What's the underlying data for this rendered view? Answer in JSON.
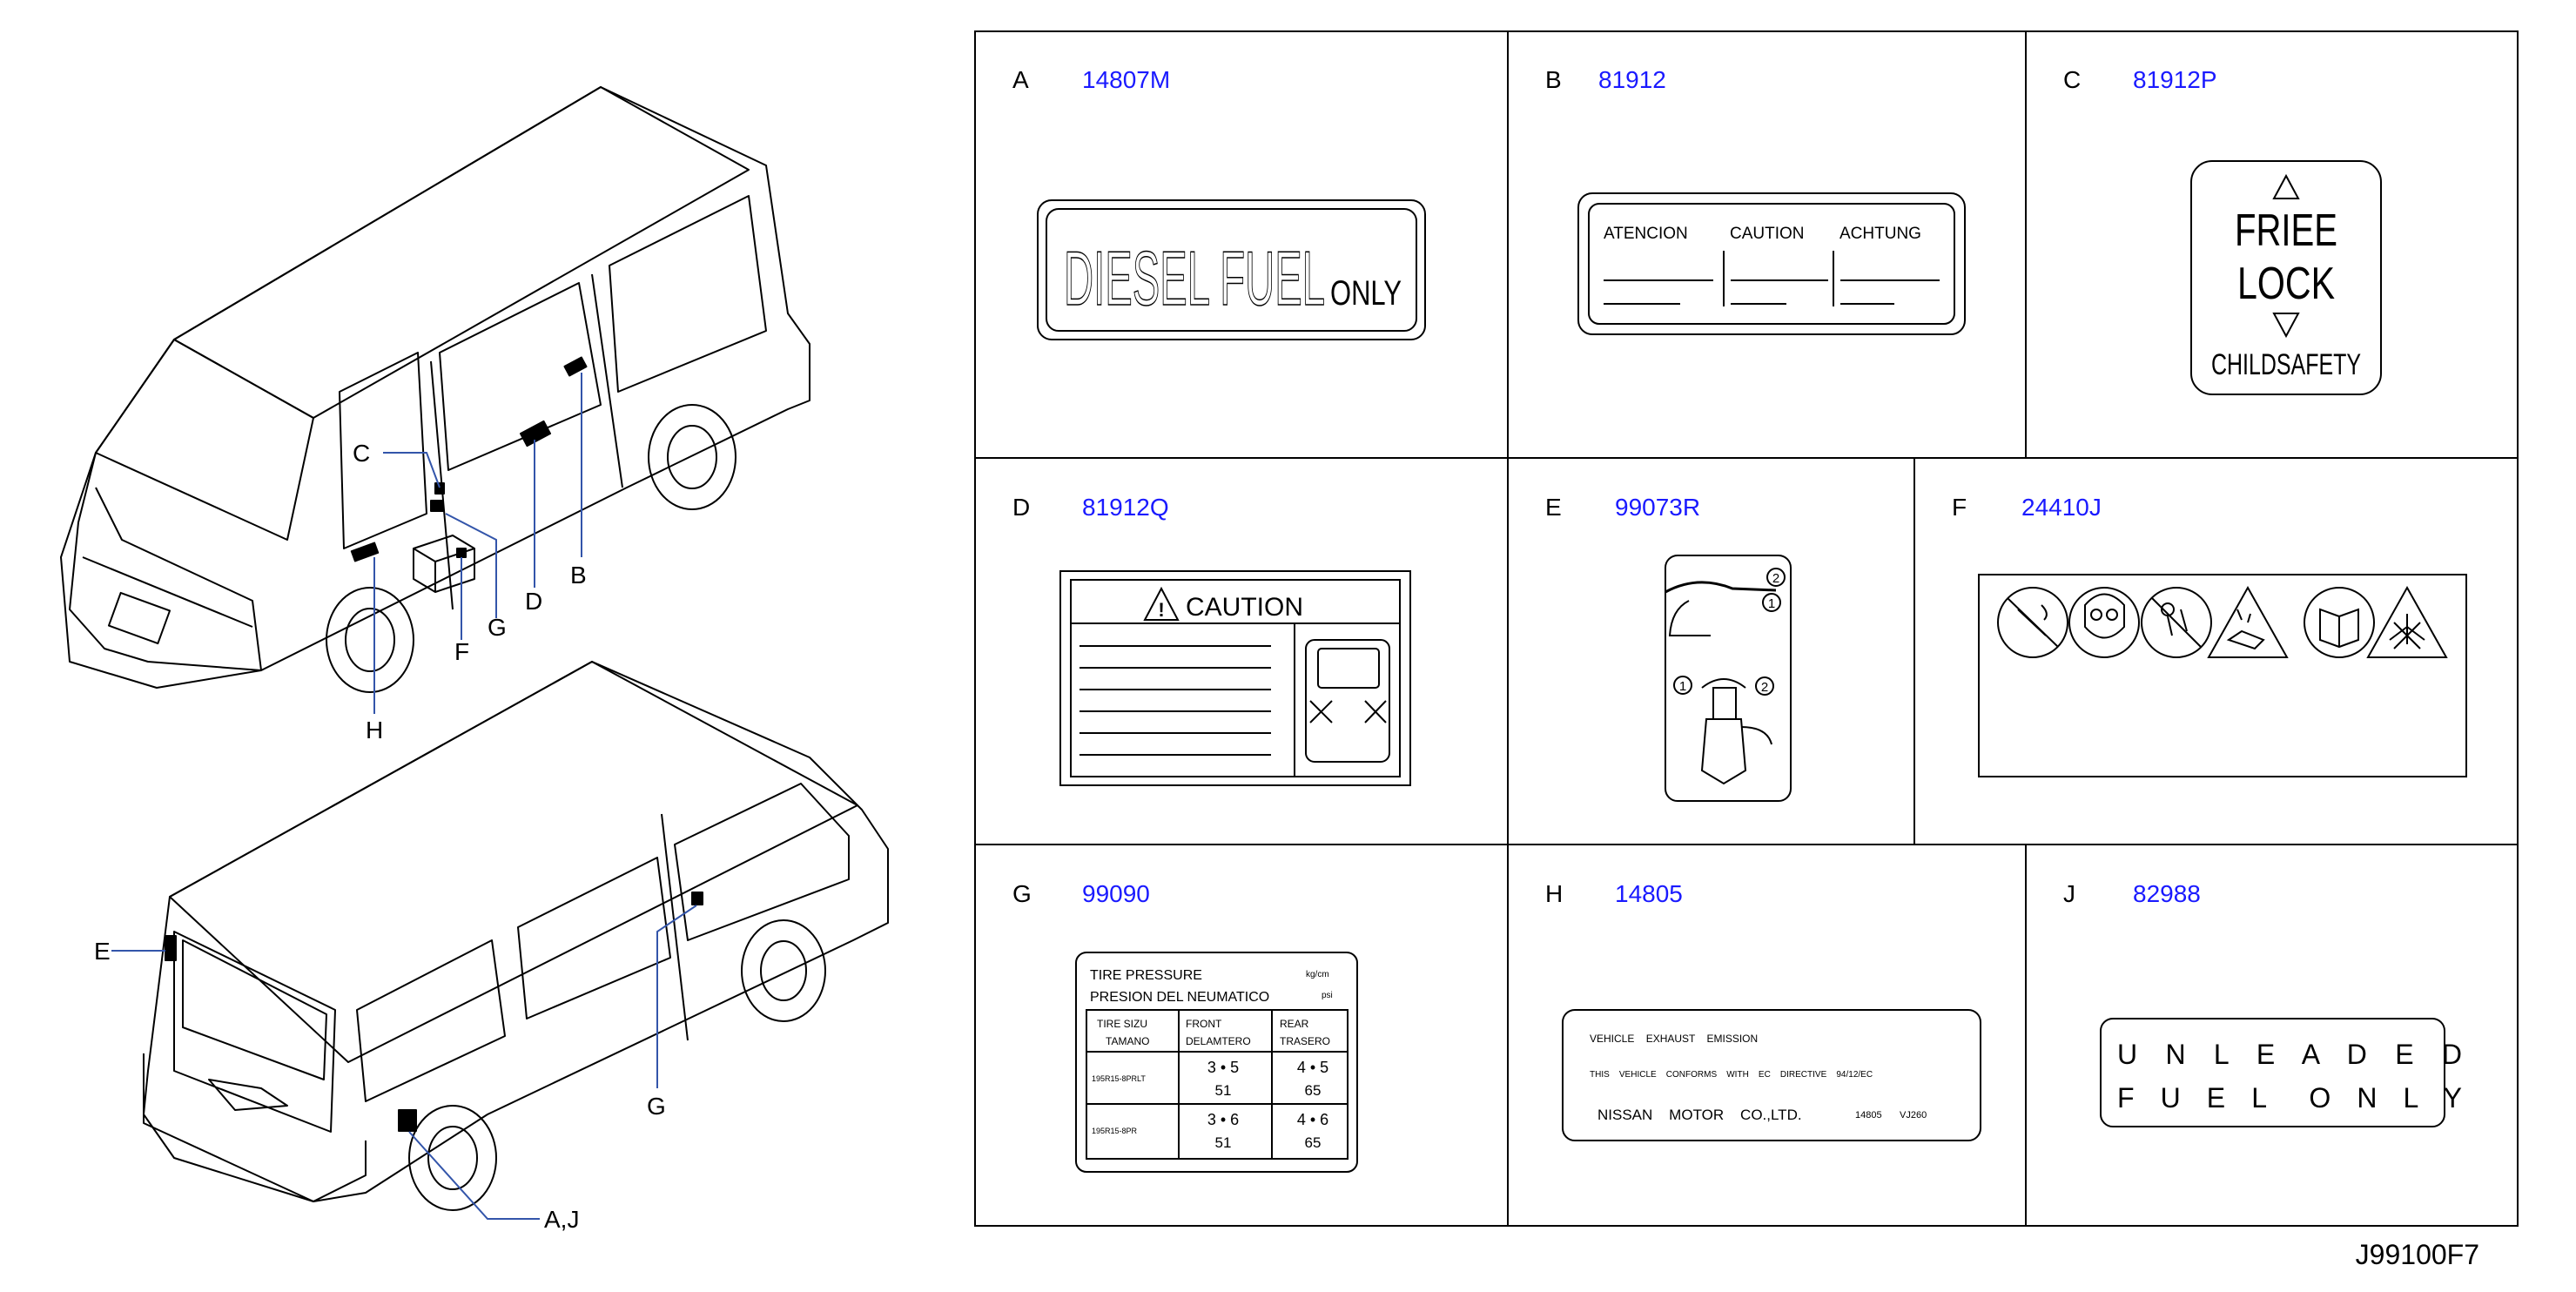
{
  "diagram_id": "J99100F7",
  "callouts": {
    "van1": [
      "C",
      "B",
      "D",
      "G",
      "F",
      "H"
    ],
    "van2": [
      "E",
      "G",
      "A,J"
    ]
  },
  "panels": [
    {
      "letter": "A",
      "part": "14807M"
    },
    {
      "letter": "B",
      "part": "81912"
    },
    {
      "letter": "C",
      "part": "81912P"
    },
    {
      "letter": "D",
      "part": "81912Q"
    },
    {
      "letter": "E",
      "part": "99073R"
    },
    {
      "letter": "F",
      "part": "24410J"
    },
    {
      "letter": "G",
      "part": "99090"
    },
    {
      "letter": "H",
      "part": "14805"
    },
    {
      "letter": "J",
      "part": "82988"
    }
  ],
  "labels": {
    "A": {
      "line1": "DIESEL FUEL",
      "line2": "ONLY"
    },
    "B": {
      "headings": [
        "ATENCION",
        "CAUTION",
        "ACHTUNG"
      ]
    },
    "C": {
      "line1": "FRIEE",
      "line2": "LOCK",
      "line3": "CHILDSAFETY"
    },
    "D": {
      "title": "CAUTION"
    },
    "E": {
      "markers": [
        "2",
        "1",
        "1",
        "2"
      ]
    },
    "G": {
      "title_en": "TIRE   PRESSURE",
      "title_es": "PRESION   DEL   NEUMATICO",
      "unit1": "kg/cm",
      "unit2": "psi",
      "headers": [
        "TIRE   SIZU\nTAMANO",
        "FRONT\nDELAMTERO",
        "REAR\nTRASERO"
      ],
      "rows": [
        {
          "size": "195R15-8PRLT",
          "front": "3 • 5",
          "front_psi": "51",
          "rear": "4 • 5",
          "rear_psi": "65"
        },
        {
          "size": "195R15-8PR",
          "front": "3 • 6",
          "front_psi": "51",
          "rear": "4 • 6",
          "rear_psi": "65"
        }
      ]
    },
    "H": {
      "line1": "VEHICLE    EXHAUST    EMISSION",
      "line2": "THIS    VEHICLE    CONFORMS    WITH    EC    DIRECTIVE    94/12/EC",
      "maker": "NISSAN    MOTOR    CO.,LTD.",
      "code1": "14805",
      "code2": "VJ260"
    },
    "J": {
      "line1": "U N L E A D E D",
      "line2": "F U E L  O N L Y"
    }
  },
  "colors": {
    "part_number": "#1a1aff",
    "line": "#000000",
    "callout_line": "#3355aa"
  }
}
